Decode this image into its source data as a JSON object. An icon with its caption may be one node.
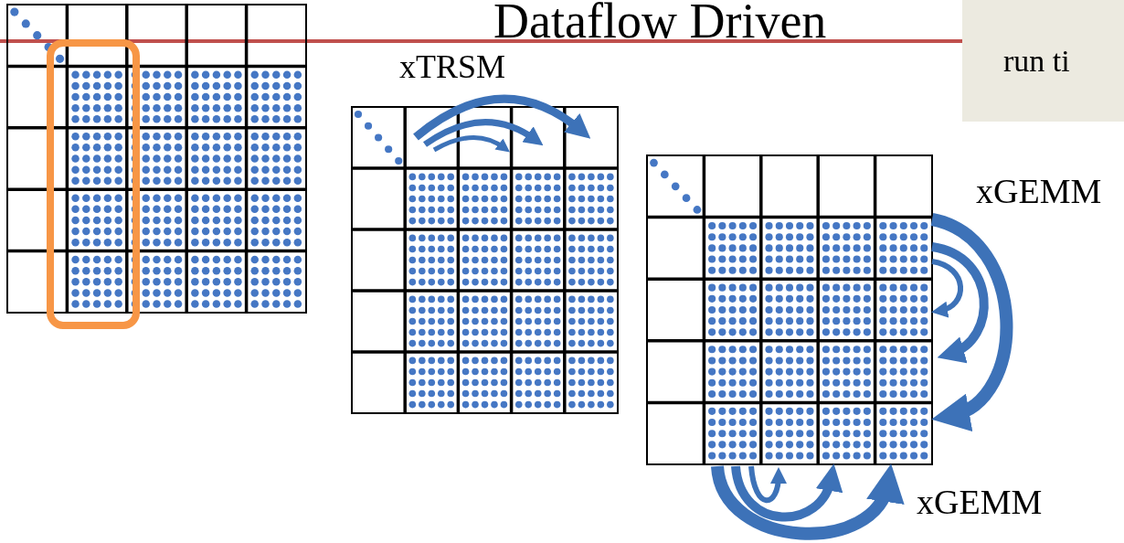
{
  "diagram": {
    "title": "Dataflow Driven",
    "nodes": [
      {
        "text": [
          "run ti"
        ]
      }
    ],
    "labels": [
      "xTRSM",
      "xGEMM",
      "xGEMM"
    ]
  }
}
